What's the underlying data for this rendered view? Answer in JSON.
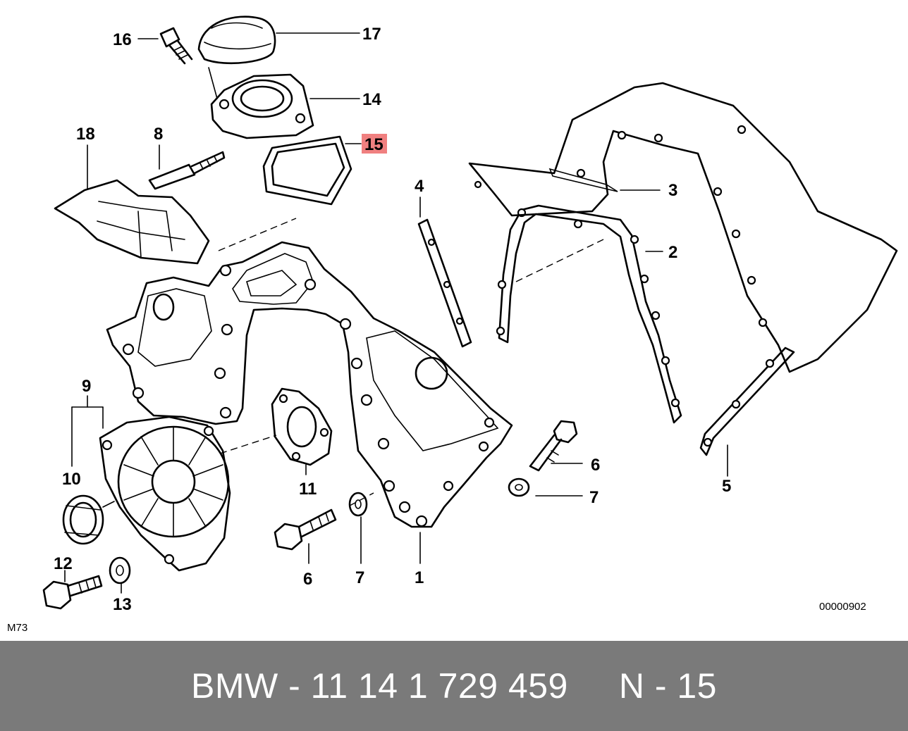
{
  "diagram": {
    "callouts": {
      "c1": "1",
      "c2": "2",
      "c3": "3",
      "c4": "4",
      "c5": "5",
      "c6a": "6",
      "c6b": "6",
      "c7a": "7",
      "c7b": "7",
      "c8": "8",
      "c9": "9",
      "c10": "10",
      "c11": "11",
      "c12": "12",
      "c13": "13",
      "c14": "14",
      "c15": "15",
      "c16": "16",
      "c17": "17",
      "c18": "18"
    },
    "highlight_color": "#f08080",
    "corner_left_label": "M73",
    "corner_right_label": "00000902"
  },
  "footer": {
    "text": "BMW - 11 14 1 729 459     N - 15",
    "background": "#7a7a7a"
  }
}
